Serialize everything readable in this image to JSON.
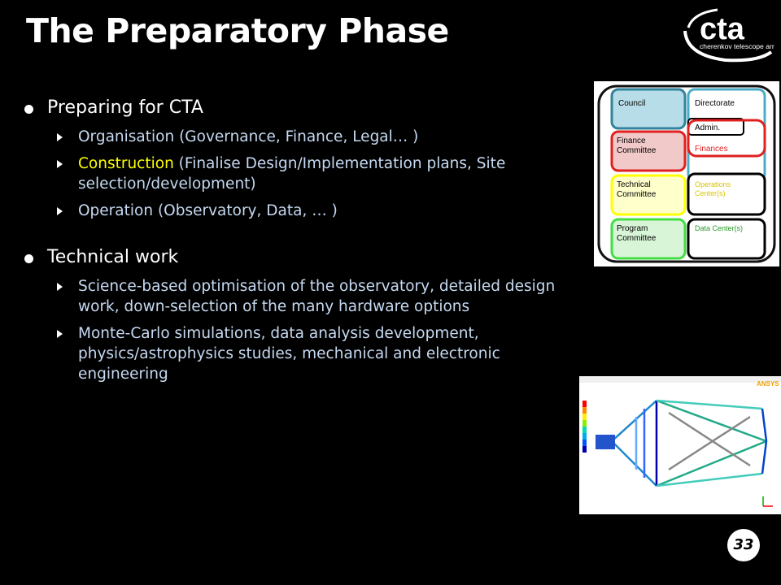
{
  "slide": {
    "title": "The Preparatory Phase",
    "page_number": "33"
  },
  "logo": {
    "mark": "cta",
    "tagline": "cherenkov telescope array"
  },
  "bullets": [
    {
      "text": "Preparing for CTA",
      "subitems": [
        {
          "highlight": "",
          "text": "Organisation (Governance, Finance, Legal… )"
        },
        {
          "highlight": "Construction",
          "text": " (Finalise Design/Implementation plans, Site selection/development)"
        },
        {
          "highlight": "",
          "text": "Operation (Observatory, Data, … )"
        }
      ]
    },
    {
      "text": "Technical work",
      "subitems": [
        {
          "highlight": "",
          "text": "Science-based optimisation of the observatory, detailed design work, down-selection of the many hardware options"
        },
        {
          "highlight": "",
          "text": "Monte-Carlo simulations, data analysis development, physics/astrophysics studies, mechanical and electronic engineering"
        }
      ]
    }
  ],
  "org_chart": {
    "council": "Council",
    "directorate": "Directorate",
    "admin": "Admin.",
    "finance_committee": "Finance Committee",
    "finances": "Finances",
    "technical_committee": "Technical Committee",
    "operations_center": "Operations Center(s)",
    "program_committee": "Program Committee",
    "data_center": "Data Center(s)"
  },
  "fea_image": {
    "brand": "ANSYS"
  },
  "colors": {
    "background": "#000000",
    "subitem_text": "#c6d9f1",
    "highlight": "#ffff00"
  }
}
